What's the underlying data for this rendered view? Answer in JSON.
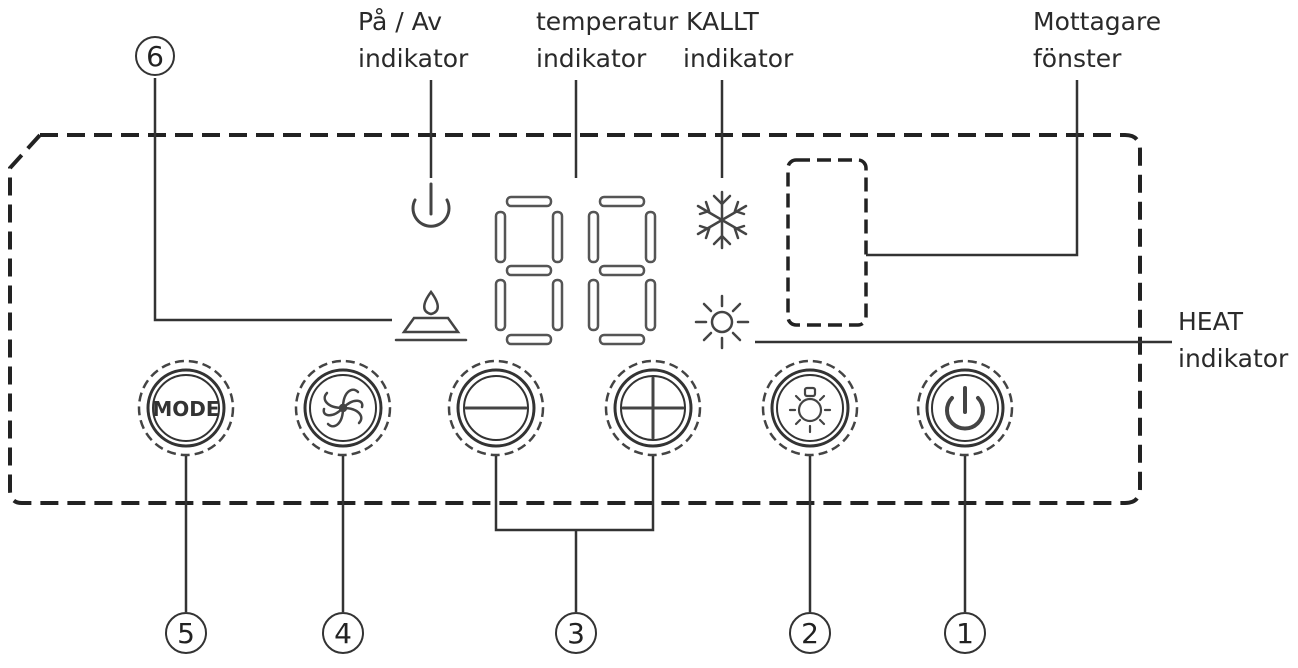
{
  "labels": {
    "power_indicator": [
      "På / Av",
      "indikator"
    ],
    "temperature_indicator": [
      "temperatur",
      "indikator"
    ],
    "cold_indicator": [
      "KALLT",
      "indikator"
    ],
    "receiver_window": [
      "Mottagare",
      "fönster"
    ],
    "heat_indicator": [
      "HEAT",
      "indikator"
    ]
  },
  "callouts": {
    "one": "1",
    "two": "2",
    "three": "3",
    "four": "4",
    "five": "5",
    "six": "6"
  },
  "buttons": {
    "mode_label": "MODE"
  }
}
